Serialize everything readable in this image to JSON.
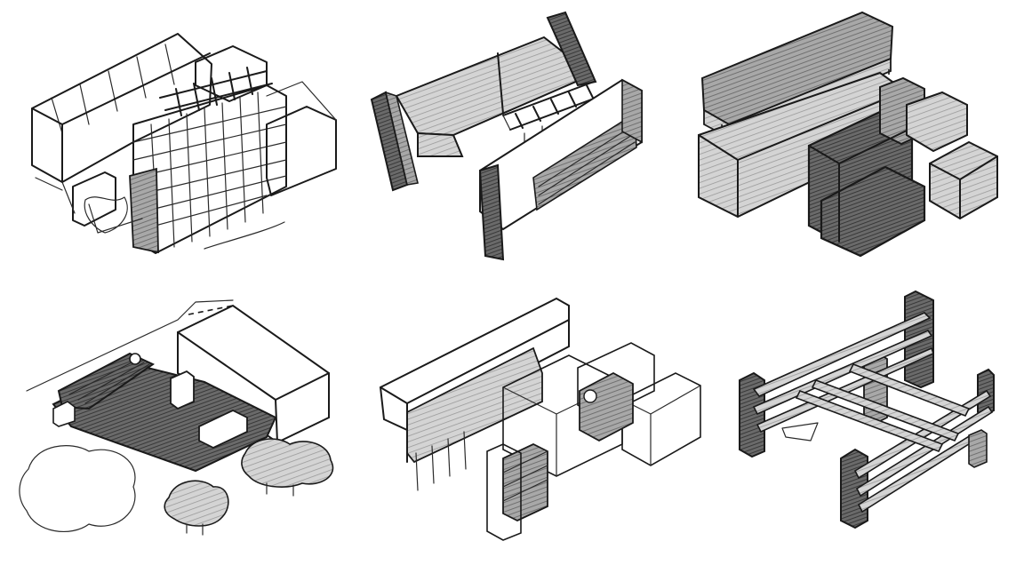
{
  "figure": {
    "panels": [
      {
        "id": "panel-1",
        "subject": "existing-building-axonometric"
      },
      {
        "id": "panel-2",
        "subject": "wall-planes-and-frame"
      },
      {
        "id": "panel-3",
        "subject": "massing-volumes-with-roof"
      },
      {
        "id": "panel-4",
        "subject": "site-context-with-trees"
      },
      {
        "id": "panel-5",
        "subject": "transparent-volumes-interlocking"
      },
      {
        "id": "panel-6",
        "subject": "structural-linear-elements"
      }
    ],
    "colors": {
      "ink": "#1a1a1a",
      "shade_light": "#c8c8c8",
      "shade_mid": "#8a8a8a",
      "shade_dark": "#4a4a4a",
      "paper": "#ffffff"
    }
  }
}
